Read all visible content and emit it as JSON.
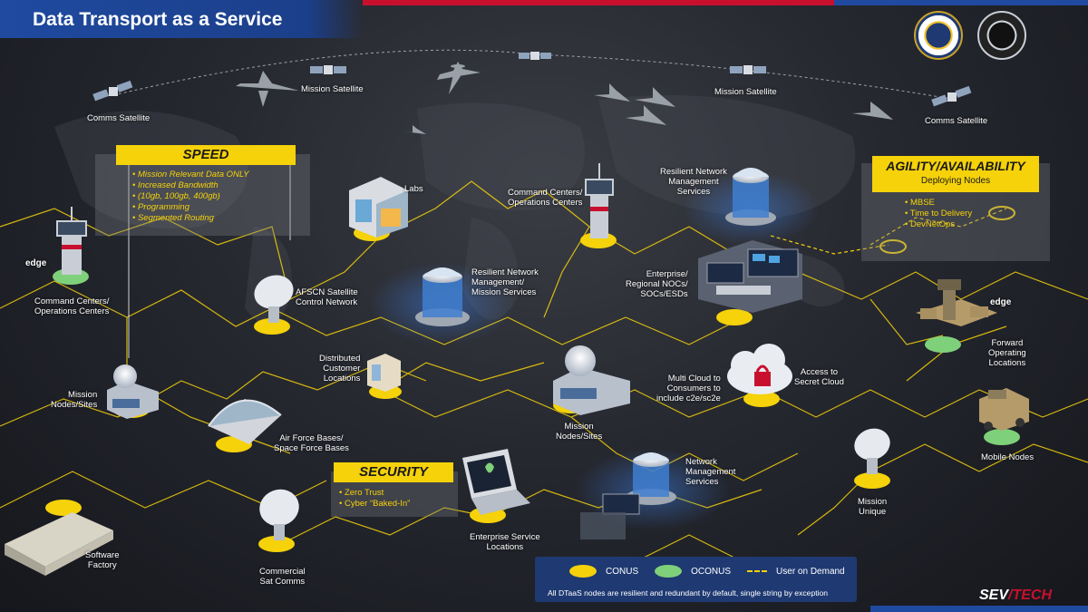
{
  "header": {
    "title": "Data Transport as a Service",
    "seal_left": "Department of the Air Force seal",
    "seal_right": "United States Space Force seal"
  },
  "colors": {
    "conus": "#f5d20a",
    "oconus": "#7fd07a",
    "header_blue": "#1f4aa0",
    "accent_red": "#c8102e",
    "network_line": "#f5d20a"
  },
  "sky": {
    "comms_satellite_left": "Comms Satellite",
    "mission_satellite_left": "Mission Satellite",
    "mission_satellite_right": "Mission Satellite",
    "comms_satellite_right": "Comms Satellite"
  },
  "callouts": {
    "speed": {
      "heading": "SPEED",
      "items": [
        "Mission Relevant Data ONLY",
        "Increased Bandwidth",
        "(10gb, 100gb, 400gb)",
        "Programming",
        "Segmented Routing"
      ]
    },
    "agility": {
      "heading": "AGILITY/AVAILABILITY",
      "subheading": "Deploying Nodes",
      "items": [
        "MBSE",
        "Time to Delivery",
        "DevNetOps"
      ]
    },
    "security": {
      "heading": "SECURITY",
      "items": [
        "Zero Trust",
        "Cyber “Baked-In”"
      ]
    }
  },
  "nodes": {
    "edge_left": "edge",
    "command_centers_left": "Command Centers/\nOperations Centers",
    "labs": "Labs",
    "command_centers_center": "Command Centers/\nOperations Centers",
    "resilient_nms_top": "Resilient Network\nManagement\nServices",
    "afscn": "AFSCN Satellite\nControl Network",
    "resilient_nms_center": "Resilient Network\nManagement/\nMission Services",
    "enterprise_nocs": "Enterprise/\nRegional NOCs/\nSOCs/ESDs",
    "edge_right": "edge",
    "forward_operating": "Forward\nOperating\nLocations",
    "distributed_customer": "Distributed\nCustomer\nLocations",
    "mission_nodes_left": "Mission\nNodes/Sites",
    "mission_nodes_center": "Mission\nNodes/Sites",
    "multi_cloud": "Multi Cloud to\nConsumers to\ninclude c2e/sc2e",
    "secret_cloud": "Access to\nSecret Cloud",
    "air_force_bases": "Air Force Bases/\nSpace Force Bases",
    "mobile_nodes": "Mobile Nodes",
    "network_mgmt": "Network\nManagement\nServices",
    "mission_unique": "Mission\nUnique",
    "enterprise_service": "Enterprise Service\nLocations",
    "software_factory": "Software\nFactory",
    "commercial_sat": "Commercial\nSat Comms"
  },
  "legend": {
    "conus": "CONUS",
    "oconus": "OCONUS",
    "user_on_demand": "User on Demand",
    "note": "All DTaaS nodes are resilient and redundant by default, single string by exception"
  },
  "branding": {
    "part1": "SEV",
    "part2": "TECH"
  }
}
